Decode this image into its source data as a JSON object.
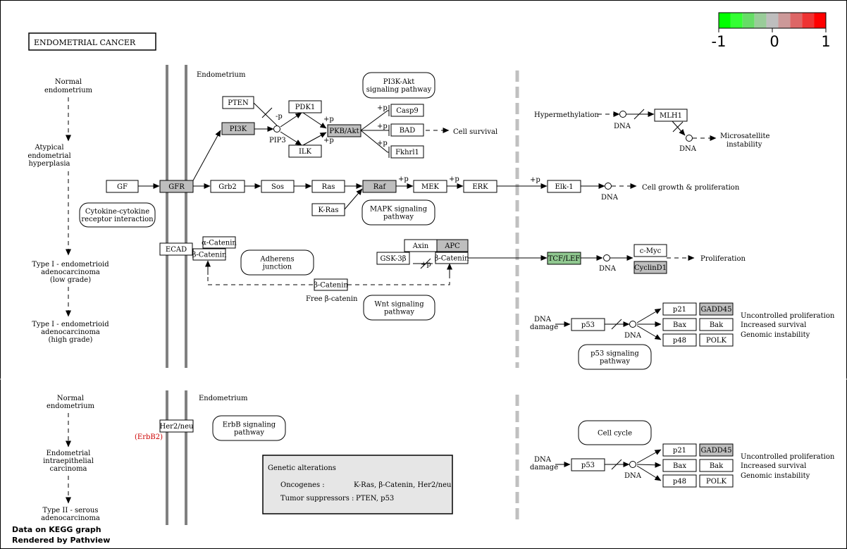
{
  "title": "ENDOMETRIAL  CANCER",
  "legend": {
    "labels": [
      "-1",
      "0",
      "1"
    ],
    "colors": [
      "#00ff00",
      "#33ff33",
      "#66dd66",
      "#99cc99",
      "#bebebe",
      "#cc9999",
      "#dd6666",
      "#ee3333",
      "#ff0000"
    ]
  },
  "colors": {
    "gray_node": "#bebebe",
    "green_node": "#90c890",
    "line": "#808080",
    "dash": "#c0c0c0",
    "note_bg": "#e6e6e6",
    "erbb2_red": "#cc0000"
  },
  "footer": {
    "line1": "Data on KEGG graph",
    "line2": "Rendered by Pathview"
  },
  "stages_top": {
    "normal": [
      "Normal",
      "endometrium"
    ],
    "atypical": [
      "Atypical",
      "endometrial",
      "hyperplasia"
    ],
    "type1_low": [
      "Type I - endometrioid",
      "adenocarcinoma",
      "(low grade)"
    ],
    "type1_high": [
      "Type I - endometrioid",
      "adenocarcinoma",
      "(high grade)"
    ]
  },
  "stages_bottom": {
    "normal": [
      "Normal",
      "endometrium"
    ],
    "eic": [
      "Endometrial",
      "intraepithelial",
      "carcinoma"
    ],
    "type2": [
      "Type II - serous",
      "adenocarcinoma"
    ]
  },
  "labels": {
    "endometrium": "Endometrium",
    "endometrium2": "Endometrium",
    "pip3": "PIP3",
    "plus_p": "+p",
    "minus_p": "-p",
    "dna": "DNA",
    "cell_survival": "Cell survival",
    "cell_growth": "Cell growth & proliferation",
    "hypermethylation": "Hypermethylation",
    "microsatellite": [
      "Microsatellite",
      "instability"
    ],
    "proliferation": "Proliferation",
    "free_beta_catenin": "Free β-catenin",
    "dna_damage": [
      "DNA",
      "damage"
    ],
    "outcomes": [
      "Uncontrolled proliferation",
      "Increased survival",
      "Genomic instability"
    ],
    "erbb2": "(ErbB2)"
  },
  "genes": {
    "pten": "PTEN",
    "pdk1": "PDK1",
    "pi3k": "PI3K",
    "pkb": "PKB/Akt",
    "ilk": "ILK",
    "casp9": "Casp9",
    "bad": "BAD",
    "fkhrl1": "Fkhrl1",
    "gf": "GF",
    "gfr": "GFR",
    "grb2": "Grb2",
    "sos": "Sos",
    "ras": "Ras",
    "raf": "Raf",
    "mek": "MEK",
    "erk": "ERK",
    "kras": "K-Ras",
    "elk1": "Elk-1",
    "mlh1": "MLH1",
    "ecad": "ECAD",
    "a_catenin": "α-Catenin",
    "b_catenin": "β-Catenin",
    "axin": "Axin",
    "apc": "APC",
    "gsk3b": "GSK-3β",
    "b_catenin2": "β-Catenin",
    "b_catenin_free": "β-Catenin",
    "tcf": "TCF/LEF",
    "cmyc": "c-Myc",
    "cyclind1": "CyclinD1",
    "p53": "p53",
    "p21": "p21",
    "gadd45": "GADD45",
    "bax": "Bax",
    "bak": "Bak",
    "p48": "p48",
    "polk": "POLK",
    "her2": "Her2/neu",
    "p53_b": "p53",
    "p21_b": "p21",
    "gadd45_b": "GADD45",
    "bax_b": "Bax",
    "bak_b": "Bak",
    "p48_b": "p48",
    "polk_b": "POLK"
  },
  "pathways": {
    "pi3k_akt": [
      "PI3K-Akt",
      "signaling pathway"
    ],
    "cytokine": [
      "Cytokine-cytokine",
      "receptor interaction"
    ],
    "mapk": [
      "MAPK signaling",
      "pathway"
    ],
    "adherens": [
      "Adherens",
      "junction"
    ],
    "wnt": [
      "Wnt signaling",
      "pathway"
    ],
    "p53": [
      "p53 signaling",
      "pathway"
    ],
    "erbb": [
      "ErbB signaling",
      "pathway"
    ],
    "cell_cycle": [
      "Cell cycle"
    ]
  },
  "genetic_alterations": {
    "title": "Genetic alterations",
    "oncogenes_label": "Oncogenes :",
    "oncogenes_value": "K-Ras, β-Catenin, Her2/neu",
    "suppressors_label": "Tumor suppressors :",
    "suppressors_value": "PTEN, p53"
  }
}
